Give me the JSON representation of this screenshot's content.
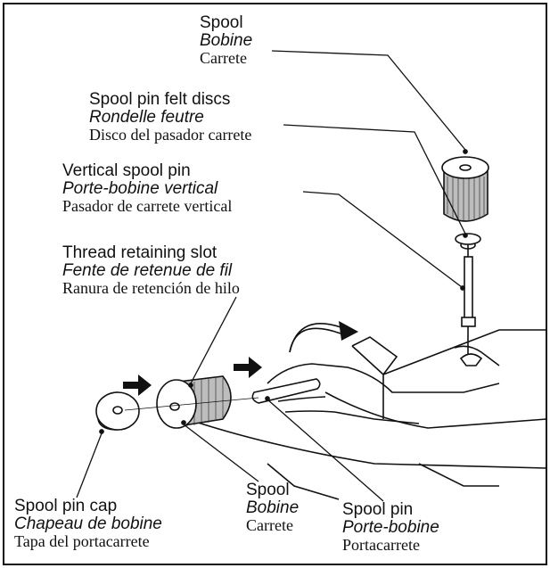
{
  "labels": {
    "spool_top": {
      "en": "Spool",
      "fr": "Bobine",
      "es": "Carrete"
    },
    "felt_discs": {
      "en": "Spool pin felt discs",
      "fr": "Rondelle feutre",
      "es": "Disco del pasador carrete"
    },
    "vertical_pin": {
      "en": "Vertical spool pin",
      "fr": "Porte-bobine vertical",
      "es": "Pasador de carrete vertical"
    },
    "retaining_slot": {
      "en": "Thread retaining slot",
      "fr": "Fente de retenue de fil",
      "es": "Ranura de retención de hilo"
    },
    "pin_cap": {
      "en": "Spool pin cap",
      "fr": "Chapeau de bobine",
      "es": "Tapa del portacarrete"
    },
    "spool_bottom": {
      "en": "Spool",
      "fr": "Bobine",
      "es": "Carrete"
    },
    "spool_pin": {
      "en": "Spool pin",
      "fr": "Porte-bobine",
      "es": "Portacarrete"
    }
  }
}
